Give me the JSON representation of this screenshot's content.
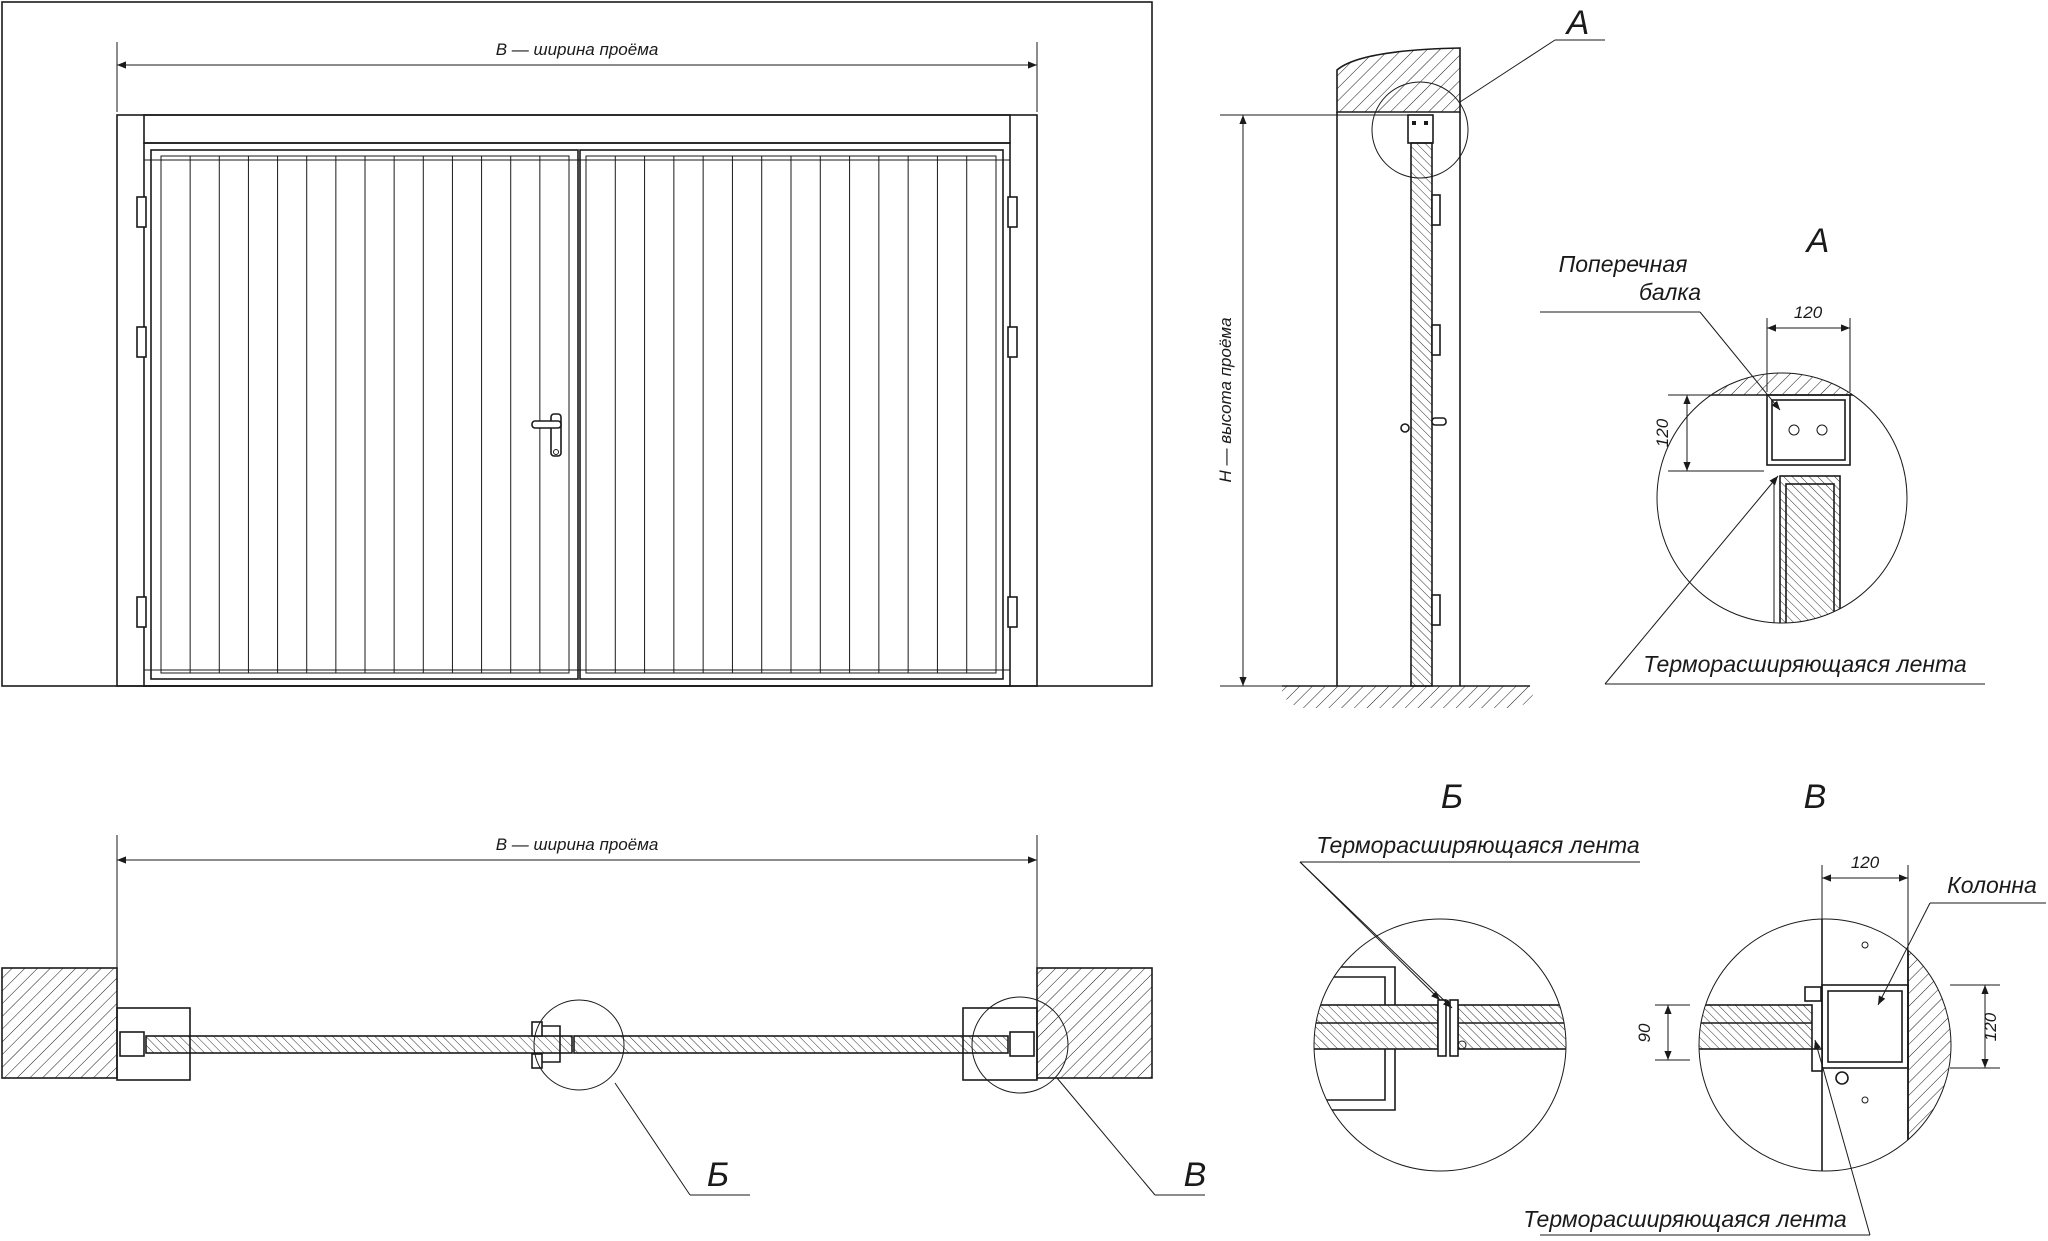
{
  "front_view": {
    "width_dim": "B — ширина проёма"
  },
  "side_view": {
    "height_dim": "Н — высота проёма",
    "callout": "А"
  },
  "detail_a": {
    "title": "А",
    "beam_label_line1": "Поперечная",
    "beam_label_line2": "балка",
    "dim_w": "120",
    "dim_h": "120",
    "tape_label": "Терморасширяющаяся лента"
  },
  "plan_view": {
    "width_dim": "B — ширина проёма",
    "callout_b": "Б",
    "callout_v": "В"
  },
  "detail_b": {
    "title": "Б",
    "tape_label": "Терморасширяющаяся лента"
  },
  "detail_v": {
    "title": "В",
    "column_label": "Колонна",
    "dim_top": "120",
    "dim_left": "90",
    "dim_right": "120",
    "tape_label": "Терморасширяющаяся лента"
  }
}
